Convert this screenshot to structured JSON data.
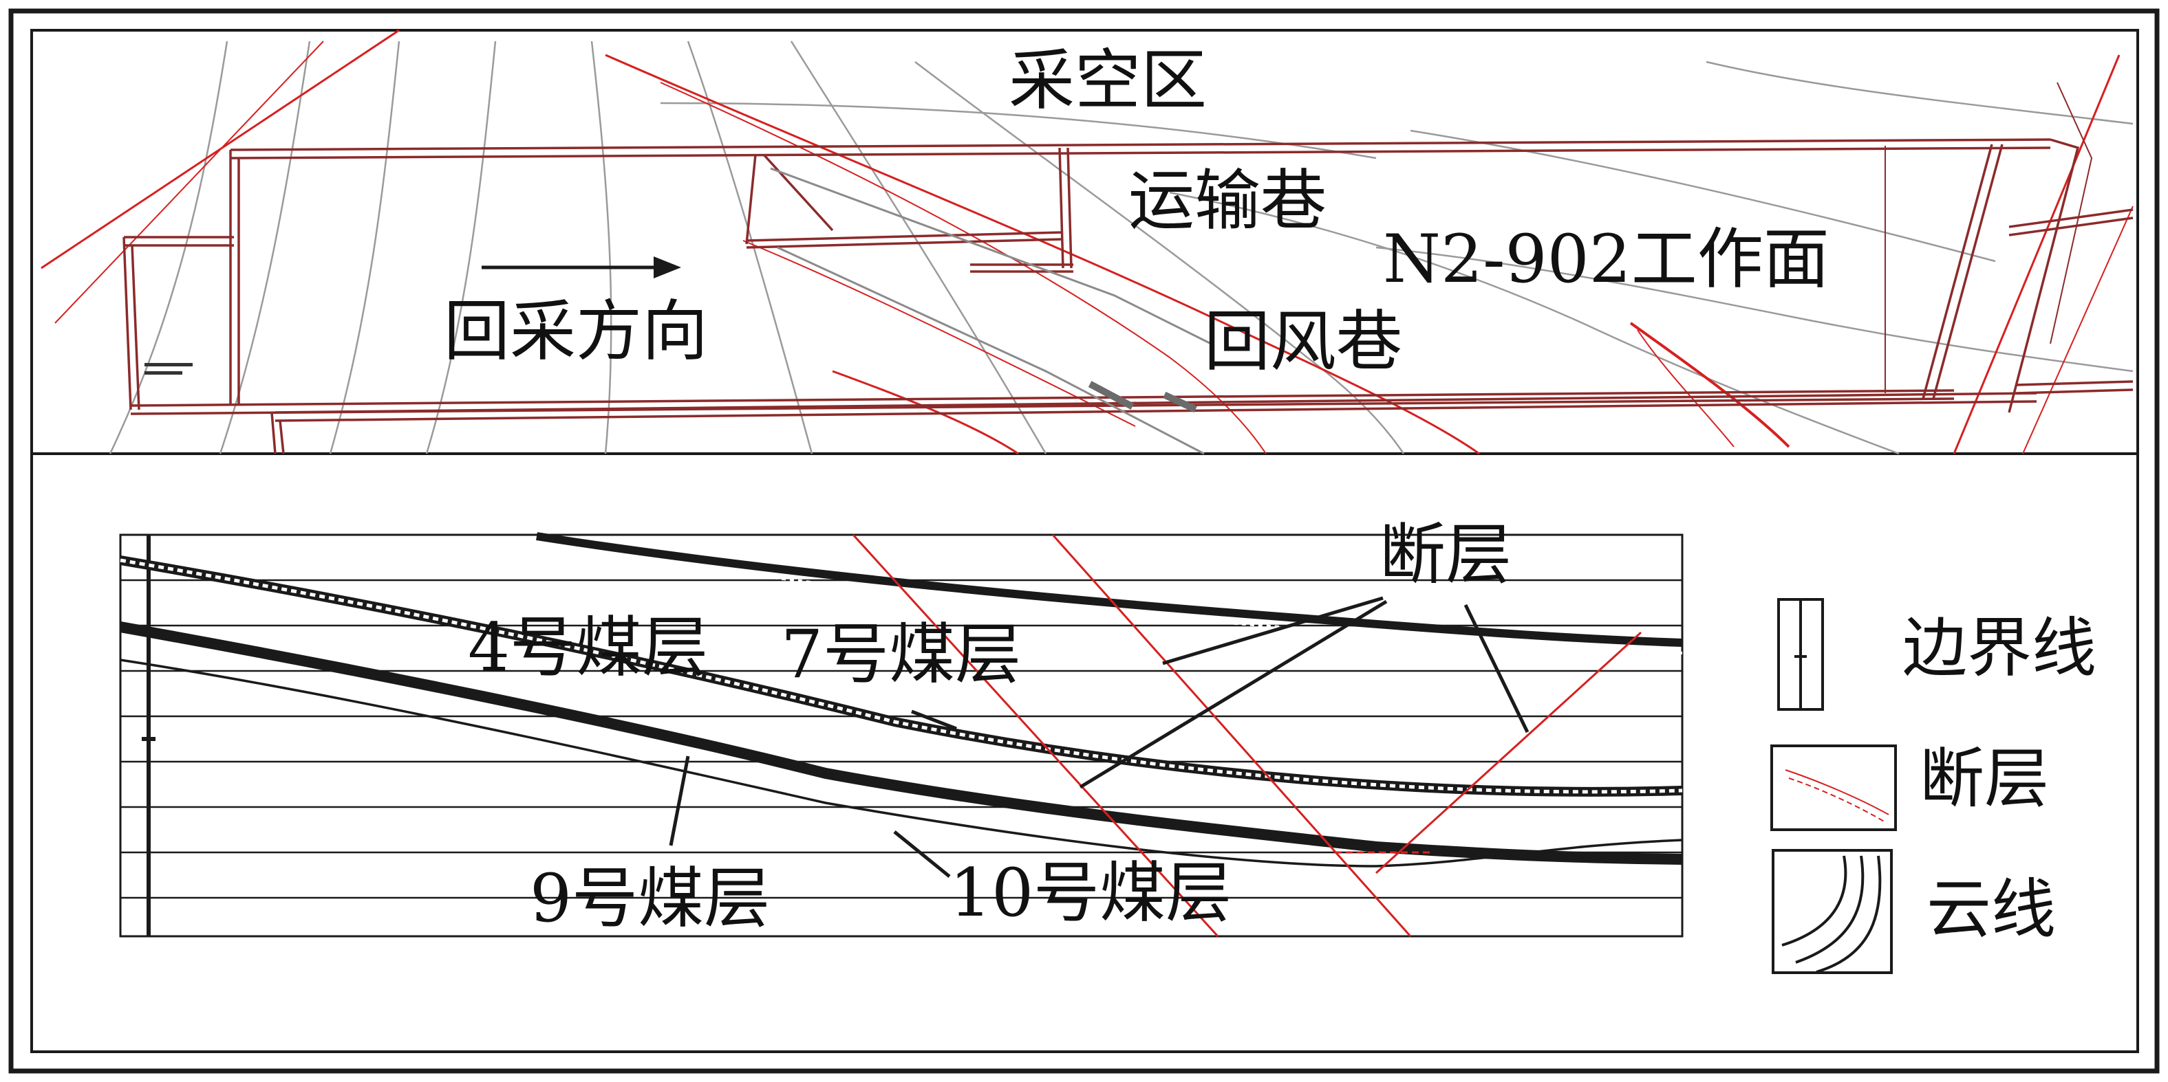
{
  "colors": {
    "ink": "#1a1a1a",
    "roadway": "#8b2b2b",
    "fault": "#d62020",
    "contour": "#9a9a9a",
    "background": "#ffffff"
  },
  "plan": {
    "goaf_label": "采空区",
    "haulage_roadway_label": "运输巷",
    "working_face_label": "N2-902工作面",
    "return_roadway_label": "回风巷",
    "mining_direction_label": "回采方向"
  },
  "section": {
    "seams": [
      {
        "label": "4号煤层"
      },
      {
        "label": "7号煤层"
      },
      {
        "label": "9号煤层"
      },
      {
        "label": "10号煤层"
      }
    ],
    "fault_label": "断层"
  },
  "legend": {
    "items": [
      {
        "label": "边界线",
        "icon": "boundary-line-icon"
      },
      {
        "label": "断层",
        "icon": "fault-icon"
      },
      {
        "label": "云线",
        "icon": "contour-line-icon"
      }
    ]
  }
}
